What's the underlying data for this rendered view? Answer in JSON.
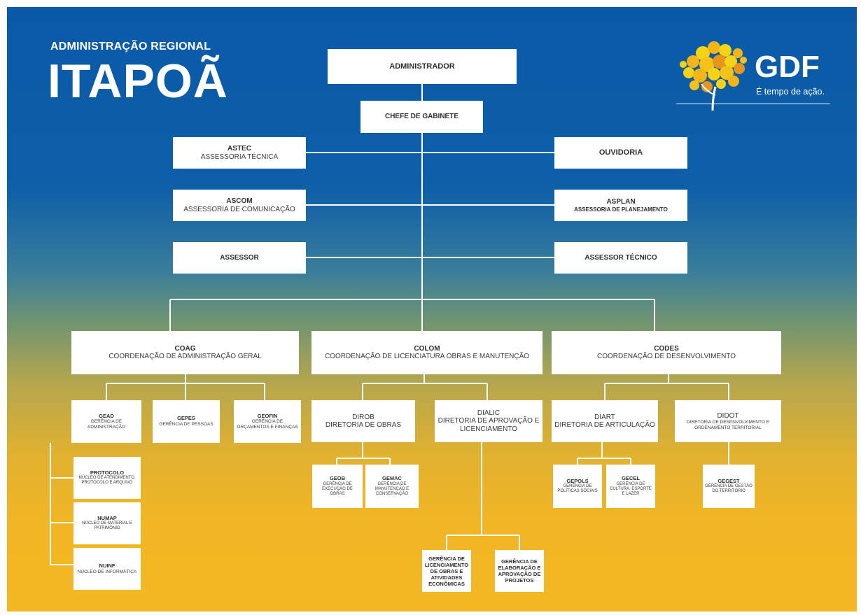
{
  "header": {
    "subtitle": "ADMINISTRAÇÃO REGIONAL",
    "title": "ITAPOÃ"
  },
  "logo": {
    "name": "GDF",
    "slogan": "É tempo de ação.",
    "icon": "yellow-tree-icon"
  },
  "colors": {
    "top": "#0a5aa8",
    "bottom": "#f4b824",
    "box": "#ffffff",
    "line": "#ffffff"
  },
  "org": {
    "administrador": "ADMINISTRADOR",
    "chefe": "CHEFE DE GABINETE",
    "astec": {
      "code": "ASTEC",
      "name": "ASSESSORIA TÉCNICA"
    },
    "ouvidoria": "OUVIDORIA",
    "ascom": {
      "code": "ASCOM",
      "name": "ASSESSORIA DE COMUNICAÇÃO"
    },
    "asplan": {
      "code": "ASPLAN",
      "name": "ASSESSORIA DE PLANEJAMENTO"
    },
    "assessor": "ASSESSOR",
    "assessor_tecnico": "ASSESSOR TÉCNICO",
    "coag": {
      "code": "COAG",
      "name": "COORDENAÇÃO DE ADMINISTRAÇÃO GERAL"
    },
    "colom": {
      "code": "COLOM",
      "name": "COORDENAÇÃO DE LICENCIATURA OBRAS E MANUTENÇÃO"
    },
    "codes": {
      "code": "CODES",
      "name": "COORDENAÇÃO DE DESENVOLVIMENTO"
    },
    "gead": {
      "code": "GEAD",
      "name": "GERÊNCIA DE ADMINISTRAÇÃO"
    },
    "gepes": {
      "code": "GEPES",
      "name": "GERÊNCIA DE PESSOAS"
    },
    "geofin": {
      "code": "GEOFIN",
      "name": "GERÊNCIA DE ORÇAMENTOS E FINANÇAS"
    },
    "protocolo": {
      "code": "PROTOCOLO",
      "name": "NÚCLEO DE ATENDIMENTO, PROTOCOLO E ARQUIVO"
    },
    "numap": {
      "code": "NUMAP",
      "name": "NÚCLEO DE MATERIAL E PATRIMÔNIO"
    },
    "nuinf": {
      "code": "NUINF",
      "name": "NÚCLEO DE INFORMÁTICA"
    },
    "dirob": {
      "code": "DIROB",
      "name": "DIRETORIA DE OBRAS"
    },
    "dialic": {
      "code": "DIALIC",
      "name": "DIRETORIA DE APROVAÇÃO E LICENCIAMENTO"
    },
    "geob": {
      "code": "GEOB",
      "name": "GERÊNCIA DE EXECUÇÃO DE OBRAS"
    },
    "gemac": {
      "code": "GEMAC",
      "name": "GERÊNCIA DE MANUTENÇÃO E CONSERVAÇÃO"
    },
    "gerlic": {
      "name": "GERÊNCIA DE LICENCIAMENTO DE OBRAS E ATIVIDADES ECONÔMICAS"
    },
    "gerelab": {
      "name": "GERÊNCIA DE ELABORAÇÃO E APROVAÇÃO DE PROJETOS"
    },
    "diart": {
      "code": "DIART",
      "name": "DIRETORIA DE ARTICULAÇÃO"
    },
    "didot": {
      "code": "DIDOT",
      "name": "DIRETORIA DE DESENVOLVIMENTO E ORDENAMENTO TERRITORIAL"
    },
    "gepols": {
      "code": "GEPOLS",
      "name": "GERÊNCIA DE POLÍTICAS SOCIAIS"
    },
    "gecel": {
      "code": "GECEL",
      "name": "GERÊNCIA DE CULTURA, ESPORTE E LAZER"
    },
    "gegest": {
      "code": "GEGEST",
      "name": "GERÊNCIA DE GESTÃO DO TERRITÓRIO"
    }
  }
}
